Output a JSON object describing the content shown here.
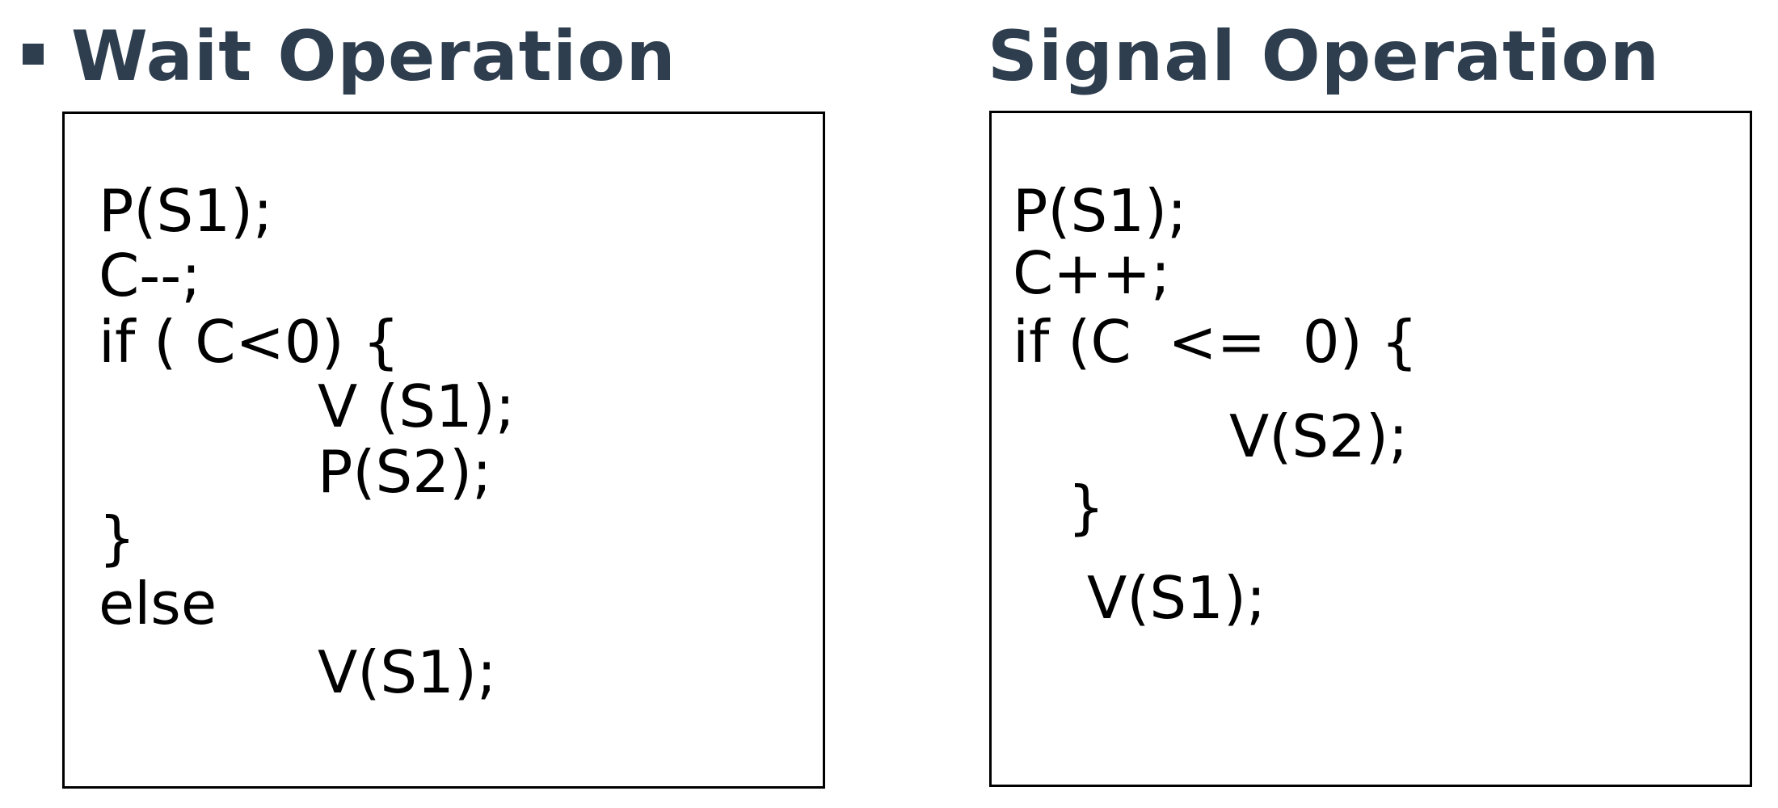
{
  "wait": {
    "title": "Wait Operation",
    "lines": [
      "P(S1);",
      "C--;",
      "if ( C<0) {",
      "V (S1);",
      "P(S2);",
      "}",
      "else",
      "V(S1);"
    ]
  },
  "signal": {
    "title": "Signal Operation",
    "lines": [
      "P(S1);",
      "C++;",
      "if (C  <=  0) {",
      "V(S2);",
      "}",
      "V(S1);"
    ]
  },
  "colors": {
    "title": "#2e3e4f",
    "code": "#000000"
  }
}
